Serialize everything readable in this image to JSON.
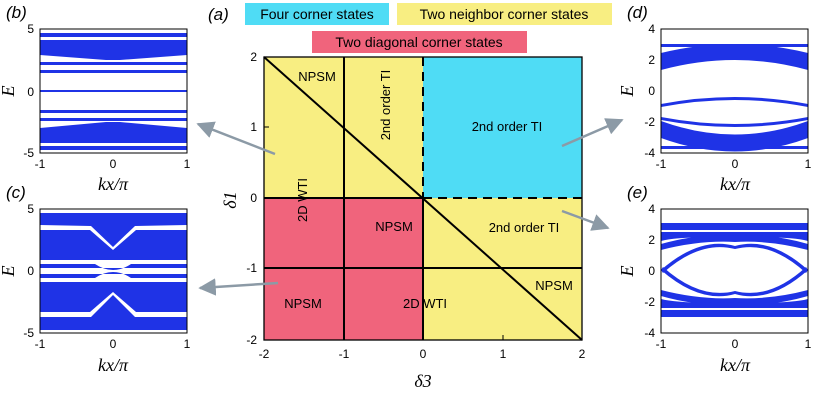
{
  "figure": {
    "main_panel": {
      "panel_label": "(a)",
      "legend": [
        {
          "label": "Four corner states",
          "color": "#4fdcf5"
        },
        {
          "label": "Two neighbor corner states",
          "color": "#f8ee82"
        },
        {
          "label": "Two diagonal corner states",
          "color": "#f0647c"
        }
      ],
      "xlabel": "δ3",
      "ylabel": "δ1",
      "x_ticks": [
        "-2",
        "-1",
        "0",
        "1",
        "2"
      ],
      "y_ticks": [
        "2",
        "1",
        "0",
        "-1",
        "-2"
      ],
      "regions": {
        "npsm_top_left": "NPSM",
        "second_order_vertical": "2nd order TI",
        "second_order_cyan": "2nd order TI",
        "wti_vertical": "2D WTI",
        "npsm_center": "NPSM",
        "second_order_right": "2nd order TI",
        "npsm_right": "NPSM",
        "npsm_bottom_left": "NPSM",
        "wti_bottom": "2D WTI"
      }
    },
    "side_panels": [
      {
        "label": "(b)",
        "ylabel": "E",
        "xlabel": "kx/π",
        "y_ticks": [
          "5",
          "0",
          "-5"
        ],
        "x_ticks": [
          "-1",
          "0",
          "1"
        ]
      },
      {
        "label": "(c)",
        "ylabel": "E",
        "xlabel": "kx/π",
        "y_ticks": [
          "5",
          "0",
          "-5"
        ],
        "x_ticks": [
          "-1",
          "0",
          "1"
        ]
      },
      {
        "label": "(d)",
        "ylabel": "E",
        "xlabel": "kx/π",
        "y_ticks": [
          "4",
          "2",
          "0",
          "-2",
          "-4"
        ],
        "x_ticks": [
          "-1",
          "0",
          "1"
        ]
      },
      {
        "label": "(e)",
        "ylabel": "E",
        "xlabel": "kx/π",
        "y_ticks": [
          "4",
          "2",
          "0",
          "-2",
          "-4"
        ],
        "x_ticks": [
          "-1",
          "0",
          "1"
        ]
      }
    ],
    "colors": {
      "band": "#1f33e6",
      "arrow": "#8c9aa6"
    }
  }
}
